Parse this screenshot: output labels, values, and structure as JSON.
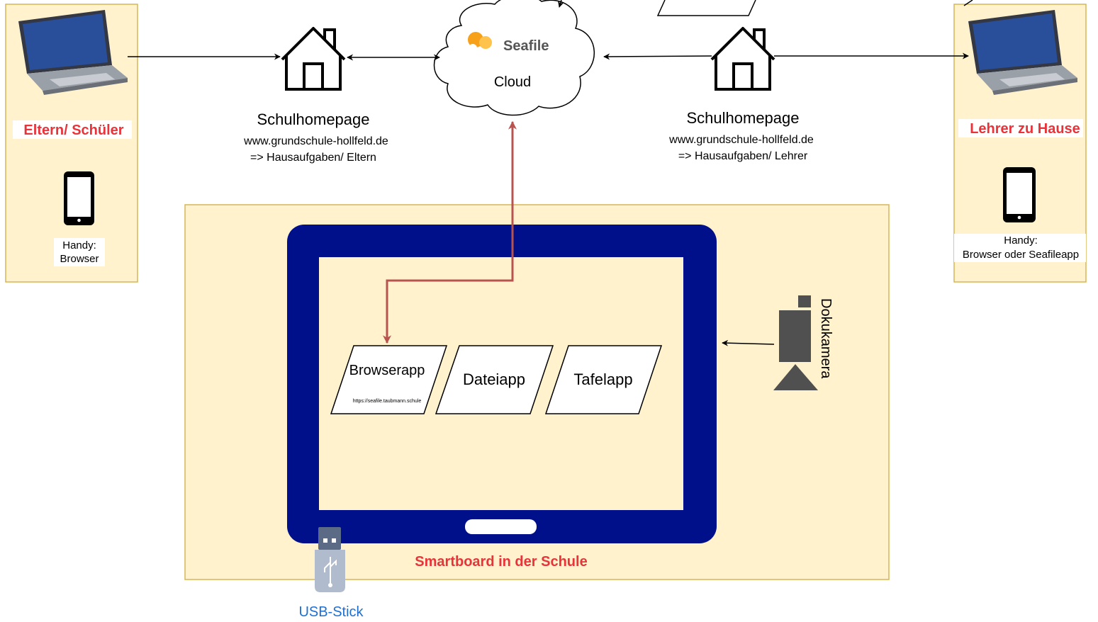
{
  "left_panel": {
    "title": "Eltern/ Schüler",
    "handy_line1": "Handy:",
    "handy_line2": "Browser"
  },
  "right_panel": {
    "title": "Lehrer zu Hause",
    "handy_line1": "Handy:",
    "handy_line2": "Browser oder Seafileapp"
  },
  "homepage_left": {
    "title": "Schulhomepage",
    "url": "www.grundschule-hollfeld.de",
    "path": "=> Hausaufgaben/ Eltern"
  },
  "homepage_right": {
    "title": "Schulhomepage",
    "url": "www.grundschule-hollfeld.de",
    "path": "=> Hausaufgaben/ Lehrer"
  },
  "cloud": {
    "brand": "Seafile",
    "label": "Cloud"
  },
  "smartboard": {
    "title": "Smartboard in der Schule",
    "apps": {
      "browser": "Browserapp",
      "browser_url": "https://seafile.taubmann.schule",
      "file": "Dateiapp",
      "board": "Tafelapp"
    }
  },
  "camera": {
    "label": "Dokukamera"
  },
  "usb": {
    "label": "USB-Stick"
  },
  "colors": {
    "panel_fill": "#fff2cc",
    "panel_stroke": "#d6b656",
    "tablet": "#000f8a",
    "red_arrow": "#b85450",
    "title_red": "#e8333a",
    "usb_blue": "#1f6fd0"
  }
}
